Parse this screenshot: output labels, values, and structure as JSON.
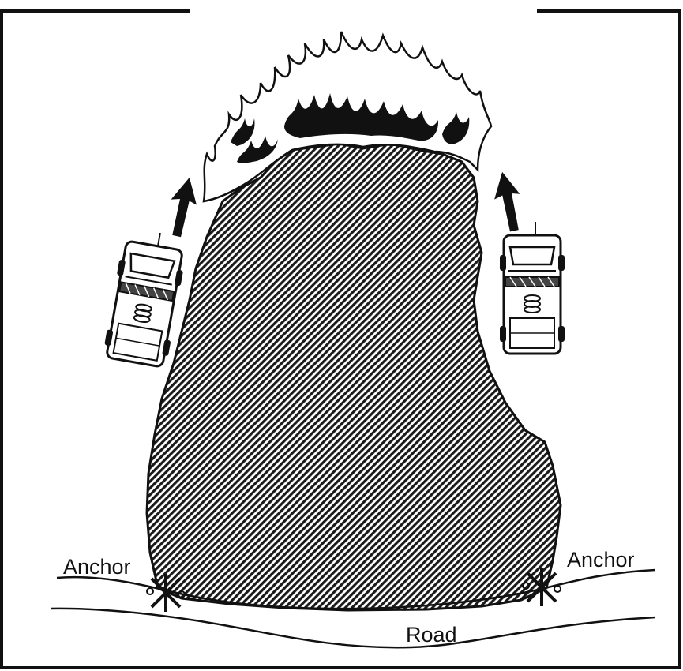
{
  "labels": {
    "anchor_left": "Anchor",
    "anchor_right": "Anchor",
    "road": "Road"
  },
  "colors": {
    "ink": "#111111",
    "paper": "#ffffff"
  },
  "icons": [
    "fire-flames-icon",
    "fire-engine-icon",
    "direction-arrow-icon",
    "anchor-point-icon"
  ]
}
